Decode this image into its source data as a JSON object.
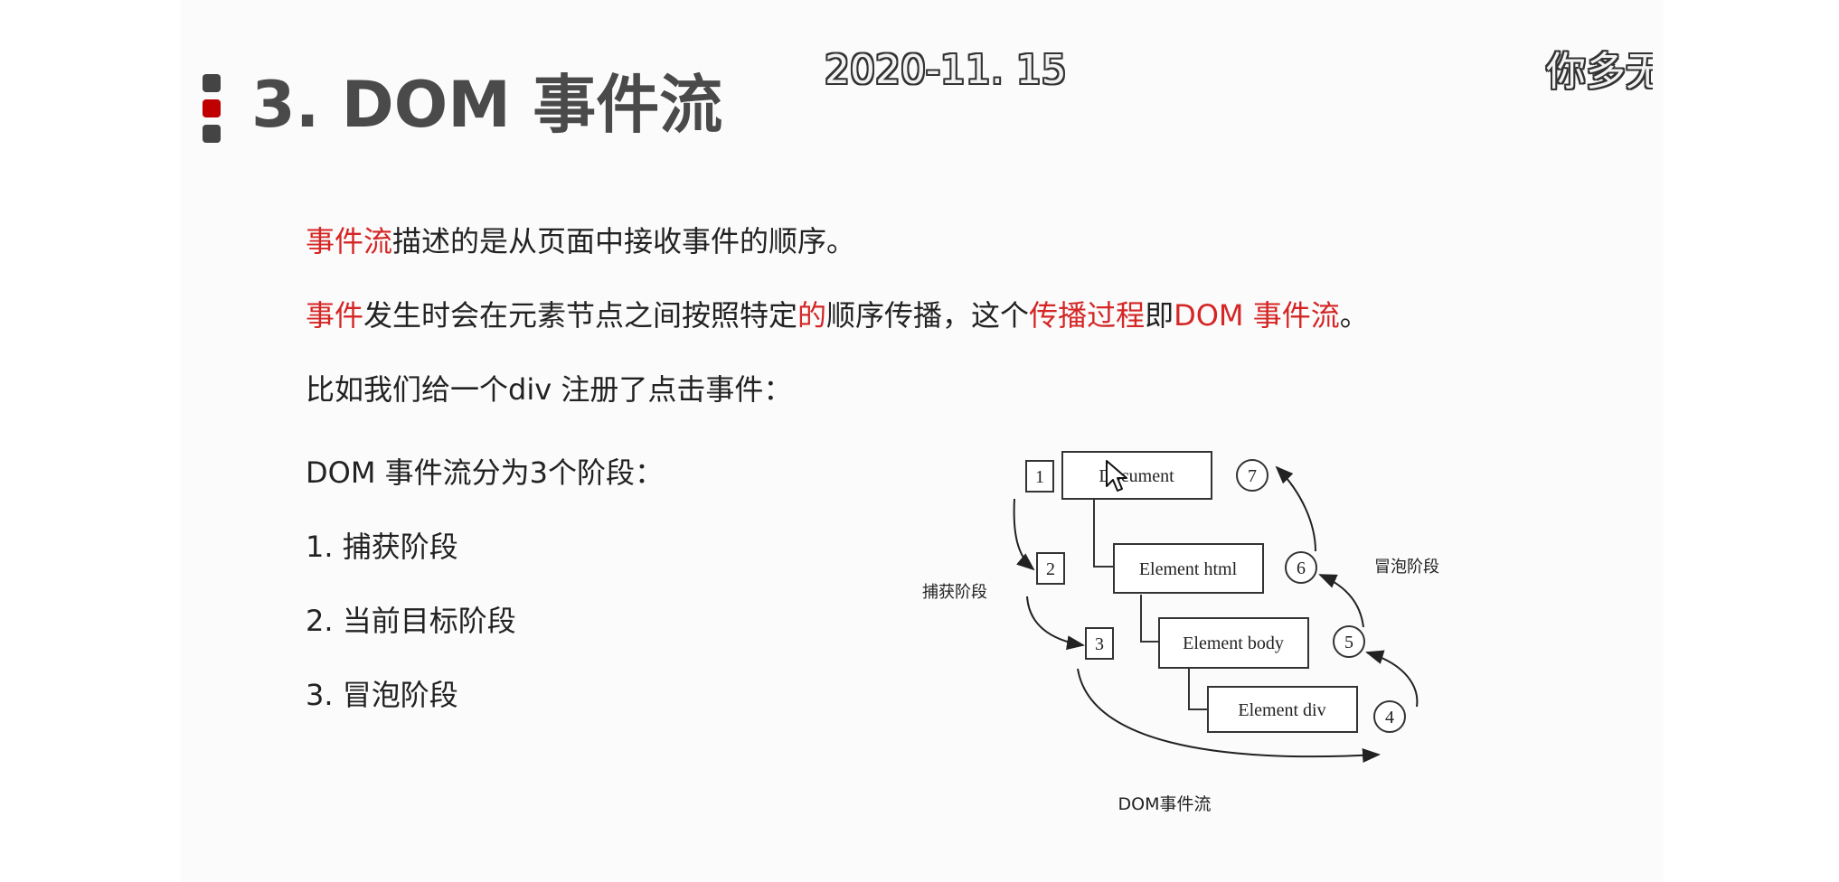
{
  "overlay": {
    "date": "2020-11. 15",
    "watermark": "你多无"
  },
  "slide": {
    "title": "3. DOM 事件流",
    "para1": {
      "red": "事件流",
      "rest": "描述的是从页面中接收事件的顺序。"
    },
    "para2": {
      "part1_red": "事件",
      "part2": "发生时会在元素节点之间按照特定",
      "part3_red": "的",
      "part4": "顺序传播，这个",
      "part5_red": "传播过程",
      "part6": "即",
      "part7_red": "DOM 事件流",
      "part8": "。"
    },
    "para3": "比如我们给一个div 注册了点击事件：",
    "phases_intro": "DOM 事件流分为3个阶段：",
    "phases": [
      "1. 捕获阶段",
      "2. 当前目标阶段",
      "3. 冒泡阶段"
    ]
  },
  "diagram": {
    "nodes": [
      "Document",
      "Element html",
      "Element body",
      "Element div"
    ],
    "capture_steps": [
      "1",
      "2",
      "3"
    ],
    "bubble_steps": [
      "4",
      "5",
      "6",
      "7"
    ],
    "capture_label": "捕获阶段",
    "bubble_label": "冒泡阶段",
    "caption": "DOM事件流"
  },
  "colors": {
    "accent_red": "#d52525",
    "title_gray": "#4a4a4a"
  }
}
